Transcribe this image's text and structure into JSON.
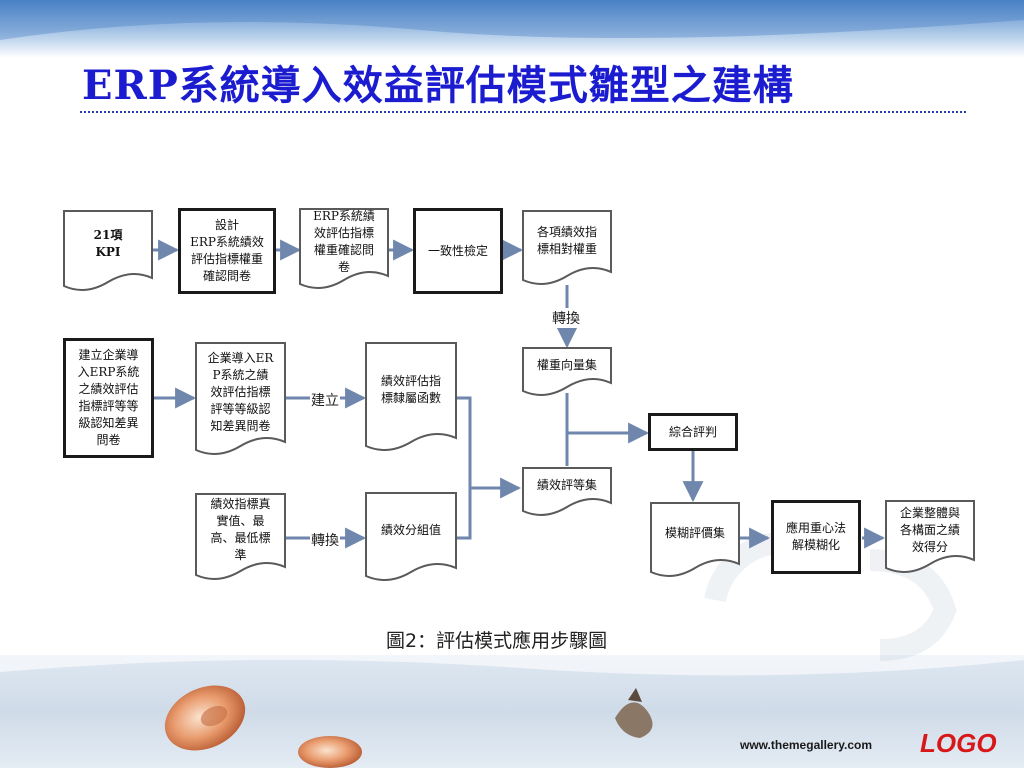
{
  "slide": {
    "title": "ERP系統導入效益評估模式雛型之建構",
    "caption": "圖2：評估模式應用步驟圖",
    "website": "www.themegallery.com",
    "logo_text": "LOGO"
  },
  "colors": {
    "title": "#1b1bd0",
    "arrow": "#6f86ad",
    "logo": "#d81818"
  },
  "nodes": {
    "kpi21": "21項\nKPI",
    "design_survey": "設計\nERP系統績效\n評估指標權重\n確認問卷",
    "weight_survey": "ERP系統績\n效評估指標\n權重確認問\n卷",
    "consistency_check": "一致性檢定",
    "relative_weights": "各項績效指\n標相對權重",
    "weight_vector": "權重向量集",
    "build_grade_survey": "建立企業導\n入ERP系統\n之績效評估\n指標評等等\n級認知差異\n問卷",
    "grade_survey": "企業導入ER\nP系統之績\n效評估指標\n評等等級認\n知差異問卷",
    "membership_function": "績效評估指\n標隸屬函數",
    "performance_grade": "績效評等集",
    "comprehensive_judgment": "綜合評判",
    "actual_values": "績效指標真\n實值、最\n高、最低標\n準",
    "group_value": "績效分組值",
    "fuzzy_evaluation": "模糊評價集",
    "defuzzification": "應用重心法\n解模糊化",
    "overall_score": "企業整體與\n各構面之績\n效得分"
  },
  "edge_labels": {
    "convert_1": "轉換",
    "build": "建立",
    "convert_2": "轉換"
  }
}
